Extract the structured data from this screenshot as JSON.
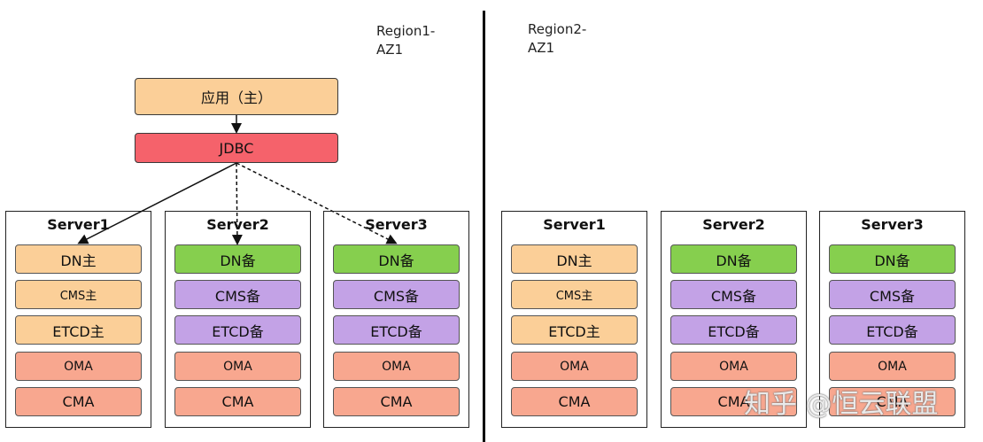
{
  "regions": [
    {
      "label_line1": "Region1-",
      "label_line2": "AZ1"
    },
    {
      "label_line1": "Region2-",
      "label_line2": "AZ1"
    }
  ],
  "app": {
    "label": "应用（主）"
  },
  "jdbc": {
    "label": "JDBC"
  },
  "region1_servers": [
    {
      "title": "Server1",
      "components": [
        "DN主",
        "CMS主",
        "ETCD主",
        "OMA",
        "CMA"
      ]
    },
    {
      "title": "Server2",
      "components": [
        "DN备",
        "CMS备",
        "ETCD备",
        "OMA",
        "CMA"
      ]
    },
    {
      "title": "Server3",
      "components": [
        "DN备",
        "CMS备",
        "ETCD备",
        "OMA",
        "CMA"
      ]
    }
  ],
  "region2_servers": [
    {
      "title": "Server1",
      "components": [
        "DN主",
        "CMS主",
        "ETCD主",
        "OMA",
        "CMA"
      ]
    },
    {
      "title": "Server2",
      "components": [
        "DN备",
        "CMS备",
        "ETCD备",
        "OMA",
        "CMA"
      ]
    },
    {
      "title": "Server3",
      "components": [
        "DN备",
        "CMS备",
        "ETCD备",
        "OMA",
        "CMA"
      ]
    }
  ],
  "watermark": {
    "text": "知乎 @恒云联盟"
  },
  "colors": {
    "primary": "#fbcf98",
    "standby_dn": "#86cf4e",
    "standby_other": "#c3a2e6",
    "agent": "#f8a78f",
    "jdbc": "#f5626b"
  }
}
